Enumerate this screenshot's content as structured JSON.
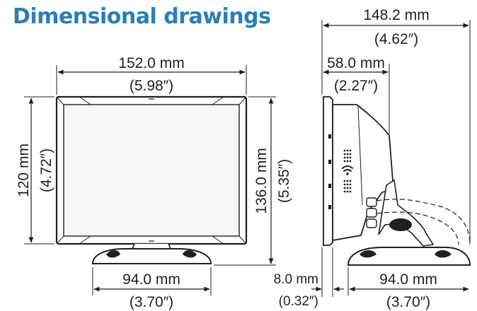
{
  "title": "Dimensional drawings",
  "front": {
    "width_mm": "152.0 mm",
    "width_in": "(5.98″)",
    "height_mm": "120 mm",
    "height_in": "(4.72″)",
    "total_height_mm": "136.0 mm",
    "total_height_in": "(5.35″)",
    "base_width_mm": "94.0 mm",
    "base_width_in": "(3.70″)"
  },
  "side": {
    "total_depth_mm": "148.2 mm",
    "total_depth_in": "(4.62″)",
    "body_depth_mm": "58.0 mm",
    "body_depth_in": "(2.27″)",
    "bezel_mm": "8.0 mm",
    "bezel_in": "(0.32″)",
    "base_depth_mm": "94.0 mm",
    "base_depth_in": "(3.70″)"
  },
  "colors": {
    "title": "#2b7fb4",
    "line": "#231f20",
    "device_fill": "#f5f5f5"
  }
}
